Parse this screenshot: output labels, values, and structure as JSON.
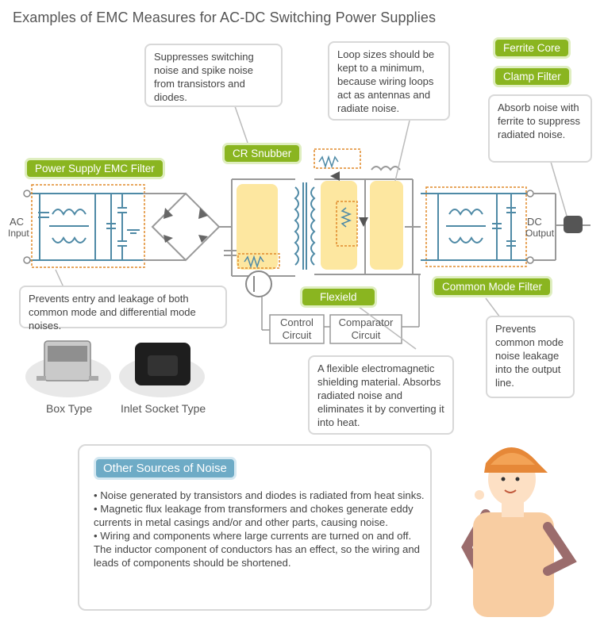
{
  "title": "Examples of EMC Measures for AC-DC Switching Power Supplies",
  "tags": {
    "power_supply_emc_filter": "Power Supply EMC Filter",
    "cr_snubber": "CR Snubber",
    "ferrite_core": "Ferrite Core",
    "clamp_filter": "Clamp Filter",
    "flexield": "Flexield",
    "common_mode_filter": "Common Mode Filter"
  },
  "callouts": {
    "snubber": "Suppresses switching noise and spike noise from transistors and diodes.",
    "loop": "Loop sizes should be kept to a minimum, because wiring loops act as antennas and radiate noise.",
    "ferrite": "Absorb noise with ferrite to suppress radiated noise.",
    "emc_filter": "Prevents entry and leakage of both common mode and differential mode noises.",
    "flexield": "A flexible electromagnetic shielding material. Absorbs radiated noise and eliminates it by converting it into heat.",
    "common_mode": "Prevents common mode noise leakage into the output line."
  },
  "labels": {
    "ac_input_1": "AC",
    "ac_input_2": "Input",
    "dc_output_1": "DC",
    "dc_output_2": "Output",
    "control_circuit_1": "Control",
    "control_circuit_2": "Circuit",
    "comparator_circuit_1": "Comparator",
    "comparator_circuit_2": "Circuit",
    "box_type": "Box Type",
    "inlet_socket_type": "Inlet Socket Type"
  },
  "other_sources": {
    "heading": "Other Sources of Noise",
    "items": [
      "• Noise generated by transistors and diodes is radiated from heat sinks.",
      "• Magnetic flux leakage from transformers and chokes generate eddy currents in metal casings and/or and other parts, causing noise.",
      "• Wiring and components where large currents are turned on and off. The inductor component of conductors has an effect, so the wiring and leads of components should be shortened."
    ]
  },
  "colors": {
    "green_tag": "#8ab520",
    "blue_tag": "#6eabc6",
    "circuit_line": "#4f8aa6",
    "highlight": "#fde7a0",
    "dashed": "#e08a2a"
  }
}
